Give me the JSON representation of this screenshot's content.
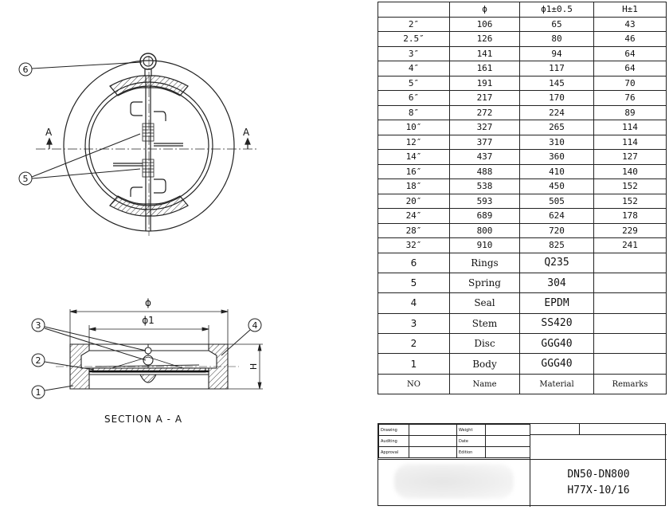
{
  "drawing": {
    "balloons": [
      "6",
      "5",
      "3",
      "4",
      "2",
      "1"
    ],
    "section_marks": [
      "A",
      "A"
    ],
    "dim_labels": {
      "phi": "ϕ",
      "phi1": "ϕ1",
      "h": "H"
    },
    "section_caption": "SECTION A - A"
  },
  "dim_table": {
    "headers": [
      "",
      "ϕ",
      "ϕ1±0.5",
      "H±1"
    ],
    "rows": [
      [
        "2″",
        "106",
        "65",
        "43"
      ],
      [
        "2.5″",
        "126",
        "80",
        "46"
      ],
      [
        "3″",
        "141",
        "94",
        "64"
      ],
      [
        "4″",
        "161",
        "117",
        "64"
      ],
      [
        "5″",
        "191",
        "145",
        "70"
      ],
      [
        "6″",
        "217",
        "170",
        "76"
      ],
      [
        "8″",
        "272",
        "224",
        "89"
      ],
      [
        "10″",
        "327",
        "265",
        "114"
      ],
      [
        "12″",
        "377",
        "310",
        "114"
      ],
      [
        "14″",
        "437",
        "360",
        "127"
      ],
      [
        "16″",
        "488",
        "410",
        "140"
      ],
      [
        "18″",
        "538",
        "450",
        "152"
      ],
      [
        "20″",
        "593",
        "505",
        "152"
      ],
      [
        "24″",
        "689",
        "624",
        "178"
      ],
      [
        "28″",
        "800",
        "720",
        "229"
      ],
      [
        "32″",
        "910",
        "825",
        "241"
      ]
    ]
  },
  "parts_table": {
    "rows": [
      [
        "6",
        "Rings",
        "Q235",
        ""
      ],
      [
        "5",
        "Spring",
        "304",
        ""
      ],
      [
        "4",
        "Seal",
        "EPDM",
        ""
      ],
      [
        "3",
        "Stem",
        "SS420",
        ""
      ],
      [
        "2",
        "Disc",
        "GGG40",
        ""
      ],
      [
        "1",
        "Body",
        "GGG40",
        ""
      ]
    ],
    "headers": [
      "NO",
      "Name",
      "Material",
      "Remarks"
    ]
  },
  "title_block": {
    "labels": {
      "drawing": "Drawing",
      "auditing": "Auditing",
      "approval": "Approval",
      "weight": "Weight",
      "date": "Date",
      "edition": "Edition"
    },
    "model_line1": "DN50-DN800",
    "model_line2": "H77X-10/16"
  }
}
